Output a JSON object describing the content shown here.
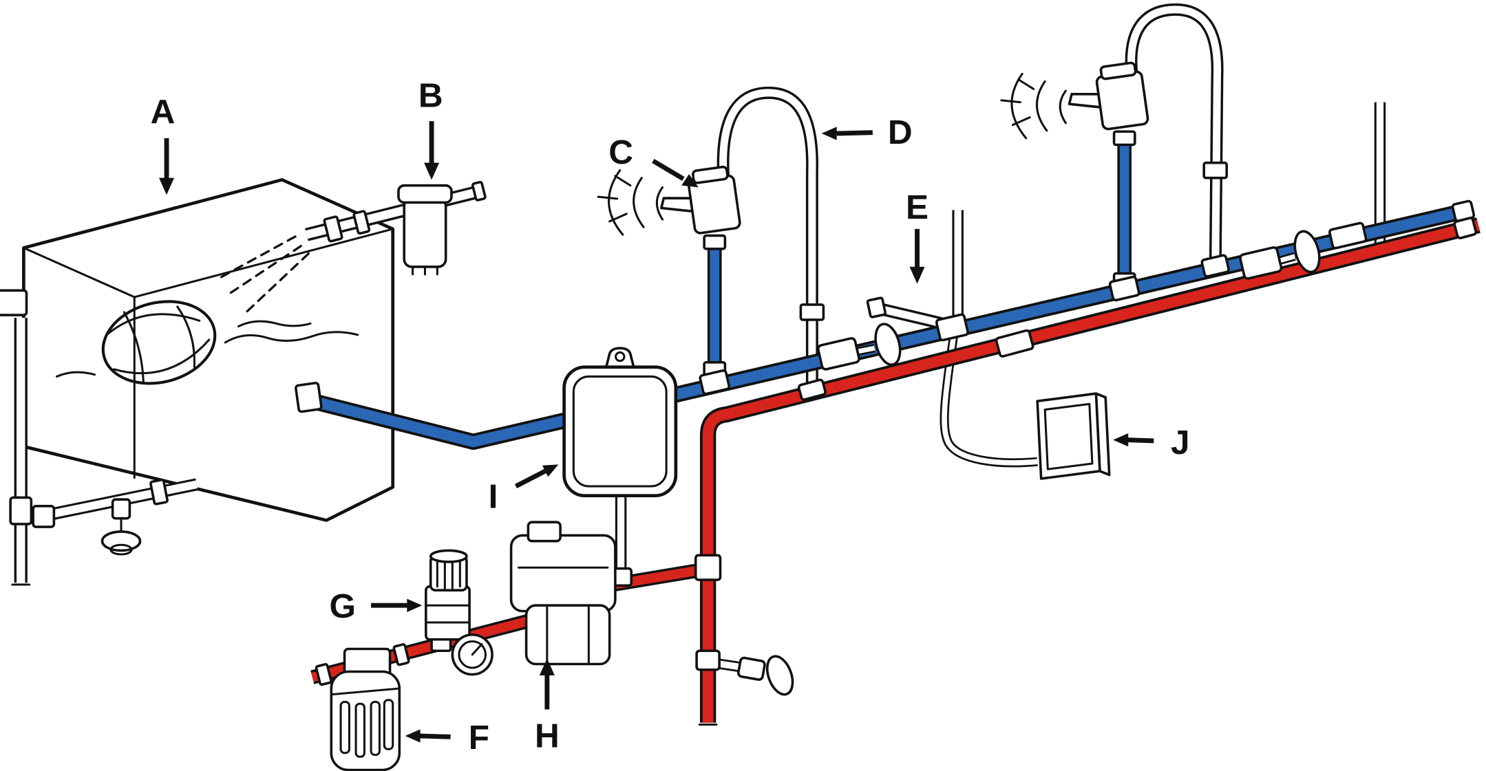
{
  "diagram": {
    "kind": "plumbing-water-system-line-diagram",
    "labels": {
      "A": "A",
      "B": "B",
      "C": "C",
      "D": "D",
      "E": "E",
      "F": "F",
      "G": "G",
      "H": "H",
      "I": "I",
      "J": "J"
    },
    "colors": {
      "cold_line": "#2a67b4",
      "hot_line": "#d7251d",
      "line_art": "#111111",
      "background": "#ffffff"
    }
  }
}
